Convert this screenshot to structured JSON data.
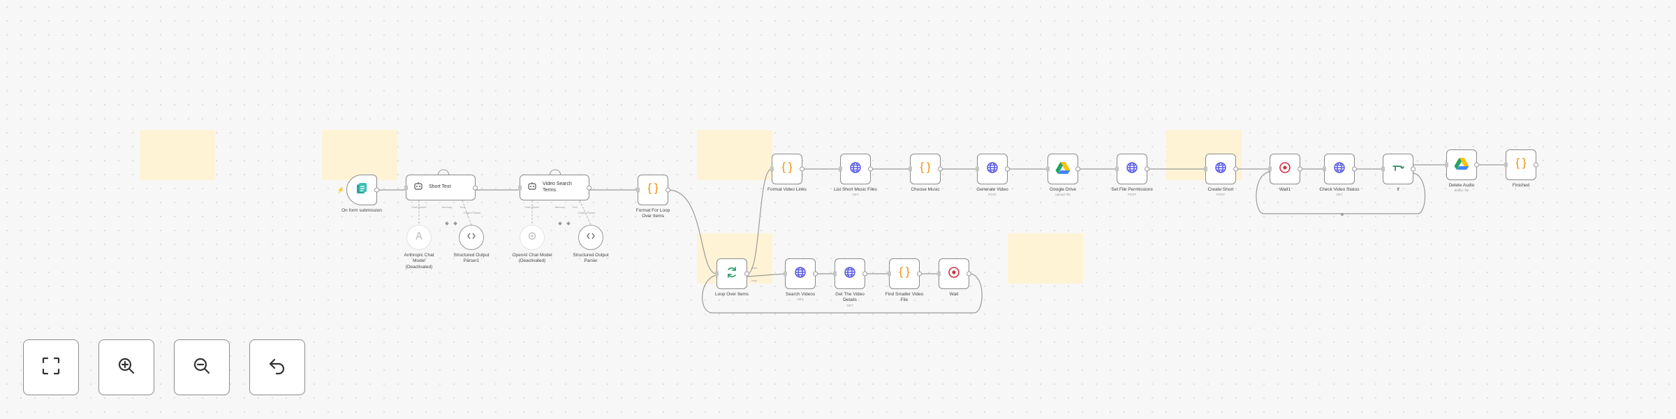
{
  "nodes": [
    {
      "id": "trigger",
      "label": "On form submission",
      "sub": "",
      "icon": "form",
      "color": "#2aa19a"
    },
    {
      "id": "short-text",
      "label": "Short Text",
      "sub": "",
      "icon": "robot",
      "color": "#555555"
    },
    {
      "id": "video-search-terms",
      "label": "Video Search Terms",
      "sub": "",
      "icon": "robot",
      "color": "#555555"
    },
    {
      "id": "format-for-loop",
      "label": "Format For Loop Over Items",
      "sub": "",
      "icon": "braces",
      "color": "#f0a63a"
    },
    {
      "id": "format-video-links",
      "label": "Format Video Links",
      "sub": "",
      "icon": "braces",
      "color": "#f0a63a"
    },
    {
      "id": "list-short-music-files",
      "label": "List Short Music Files",
      "sub": "GET",
      "icon": "globe",
      "color": "#5b5ce6"
    },
    {
      "id": "choose-music",
      "label": "Choose Music",
      "sub": "",
      "icon": "braces",
      "color": "#f0a63a"
    },
    {
      "id": "generate-video",
      "label": "Generate Video",
      "sub": "POST",
      "icon": "globe",
      "color": "#5b5ce6"
    },
    {
      "id": "google-drive",
      "label": "Google Drive",
      "sub": "upload: file",
      "icon": "gdrive",
      "color": "#1fa463"
    },
    {
      "id": "set-file-permissions",
      "label": "Set File Permissions",
      "sub": "POST",
      "icon": "globe",
      "color": "#5b5ce6"
    },
    {
      "id": "create-short",
      "label": "Create Short",
      "sub": "POST",
      "icon": "globe",
      "color": "#5b5ce6"
    },
    {
      "id": "wait1",
      "label": "Wait1",
      "sub": "",
      "icon": "pause",
      "color": "#cc3344"
    },
    {
      "id": "check-video-status",
      "label": "Check Video Status",
      "sub": "GET",
      "icon": "globe",
      "color": "#5b5ce6"
    },
    {
      "id": "if",
      "label": "If",
      "sub": "",
      "icon": "if",
      "color": "#2e8b57"
    },
    {
      "id": "delete-audio",
      "label": "Delete Audio",
      "sub": "delete: file",
      "icon": "gdrive",
      "color": "#1fa463"
    },
    {
      "id": "finished",
      "label": "Finished",
      "sub": "",
      "icon": "braces",
      "color": "#f0a63a"
    },
    {
      "id": "loop-over-items",
      "label": "Loop Over Items",
      "sub": "",
      "icon": "loop",
      "color": "#2e9e6a"
    },
    {
      "id": "search-videos",
      "label": "Search Videos",
      "sub": "GET",
      "icon": "globe",
      "color": "#5b5ce6"
    },
    {
      "id": "get-the-video-details",
      "label": "Get The Video Details",
      "sub": "GET",
      "icon": "globe",
      "color": "#5b5ce6"
    },
    {
      "id": "find-smaller-video-file",
      "label": "Find Smaller Video File",
      "sub": "",
      "icon": "braces",
      "color": "#f0a63a"
    },
    {
      "id": "wait",
      "label": "Wait",
      "sub": "",
      "icon": "pause",
      "color": "#cc3344"
    }
  ],
  "subnodes": [
    {
      "id": "anthropic-chat-model",
      "label": "Anthropic Chat Model (Deactivated)",
      "icon": "anthropic",
      "faded": true
    },
    {
      "id": "structured-output-parser1",
      "label": "Structured Output Parser1",
      "icon": "code",
      "faded": false
    },
    {
      "id": "openai-chat-model",
      "label": "OpenAI Chat Model (Deactivated)",
      "icon": "openai",
      "faded": true
    },
    {
      "id": "structured-output-parser",
      "label": "Structured Output Parser",
      "icon": "code",
      "faded": false
    }
  ],
  "connector_labels": {
    "chat_model": "Chat Model*",
    "memory": "Memory",
    "tool": "Tool",
    "output_parser": "Output Parser",
    "done": "done",
    "loop": "loop"
  },
  "controls": [
    {
      "id": "fit-view",
      "icon": "fit-view-icon"
    },
    {
      "id": "zoom-in",
      "icon": "zoom-in-icon"
    },
    {
      "id": "zoom-out",
      "icon": "zoom-out-icon"
    },
    {
      "id": "undo",
      "icon": "undo-icon"
    }
  ],
  "colors": {
    "canvas_bg": "#f7f7f7",
    "sticky_note": "#fff3d6",
    "node_border": "#8a8a8a",
    "wire": "#9a9a9a"
  }
}
